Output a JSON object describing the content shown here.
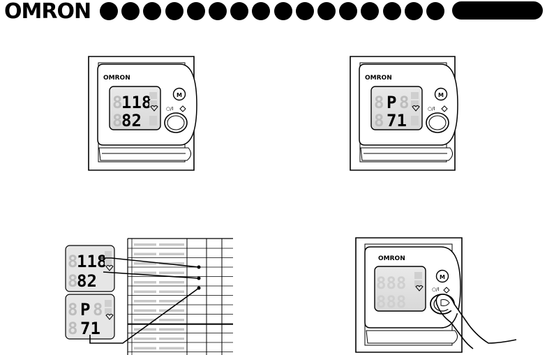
{
  "header": {
    "brand": "OMRON",
    "dot_count": 16
  },
  "devices": {
    "d1": {
      "brand": "OMRON",
      "sys": "118",
      "dia": "82",
      "button": "M",
      "power": "○/I"
    },
    "d2": {
      "brand": "OMRON",
      "sys": "P",
      "dia": "71",
      "button": "M",
      "power": "○/I"
    },
    "d4": {
      "brand": "OMRON",
      "sys": "888",
      "dia": "888",
      "button": "M",
      "power": "○/I"
    }
  },
  "record_panel": {
    "display1": {
      "sys": "118",
      "dia": "82"
    },
    "display2": {
      "sys": "P",
      "dia": "71"
    }
  },
  "colors": {
    "ink": "#000000",
    "ghost": "#bdbdbd",
    "panel": "#e6e6e6"
  }
}
